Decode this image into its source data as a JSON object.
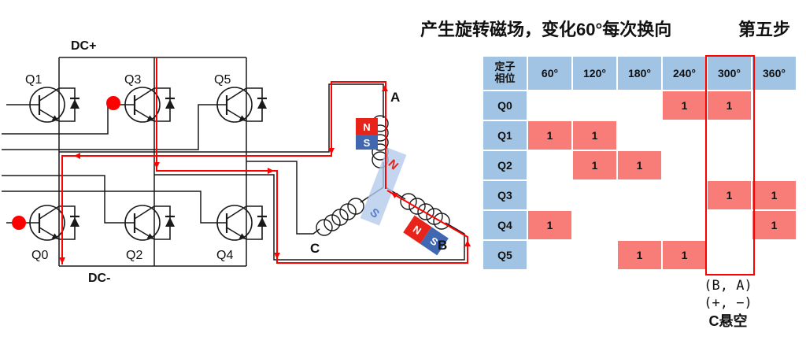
{
  "title": {
    "main": "产生旋转磁场，变化60°每次换向",
    "step": "第五步"
  },
  "circuit": {
    "rail_top": "DC+",
    "rail_bottom": "DC-",
    "transistors": [
      "Q1",
      "Q3",
      "Q5",
      "Q0",
      "Q2",
      "Q4"
    ],
    "active_high_side": "Q3",
    "active_low_side": "Q0",
    "colors": {
      "wire": "#1a1a1a",
      "current_path": "#ff0000",
      "base_on_dot": "#ff0000"
    }
  },
  "motor": {
    "phases": [
      "A",
      "B",
      "C"
    ],
    "stator_magnet_a": {
      "north": "N",
      "south": "S"
    },
    "stator_magnet_b": {
      "north": "N",
      "south": "S"
    },
    "rotor": {
      "north": "N",
      "south": "S"
    },
    "colors": {
      "north": "#e8231a",
      "south": "#4167b0",
      "rotor_bar": "#b3c9ea"
    }
  },
  "table": {
    "corner_header_line1": "定子",
    "corner_header_line2": "相位",
    "degree_columns": [
      "60°",
      "120°",
      "180°",
      "240°",
      "300°",
      "360°"
    ],
    "rows": [
      {
        "label": "Q0",
        "values": [
          "",
          "",
          "",
          "1",
          "1",
          ""
        ]
      },
      {
        "label": "Q1",
        "values": [
          "1",
          "1",
          "",
          "",
          "",
          ""
        ]
      },
      {
        "label": "Q2",
        "values": [
          "",
          "1",
          "1",
          "",
          "",
          ""
        ]
      },
      {
        "label": "Q3",
        "values": [
          "",
          "",
          "",
          "",
          "1",
          "1"
        ]
      },
      {
        "label": "Q4",
        "values": [
          "1",
          "",
          "",
          "",
          "",
          "1"
        ]
      },
      {
        "label": "Q5",
        "values": [
          "",
          "",
          "1",
          "1",
          "",
          ""
        ]
      }
    ],
    "highlighted_column": "300°",
    "colors": {
      "header_bg": "#a2c4e4",
      "on_cell_bg": "#f87c78",
      "highlight_border": "#ff0000"
    }
  },
  "annotation": {
    "line1": "(B, A)",
    "line2": "(+, −)",
    "line3": "C悬空"
  }
}
